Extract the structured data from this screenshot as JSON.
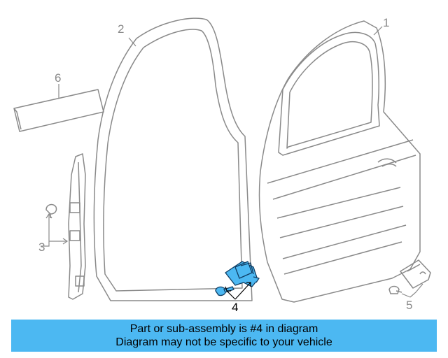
{
  "callouts": [
    {
      "id": "1",
      "highlight": false
    },
    {
      "id": "2",
      "highlight": false
    },
    {
      "id": "3",
      "highlight": false
    },
    {
      "id": "4",
      "highlight": true
    },
    {
      "id": "5",
      "highlight": false
    },
    {
      "id": "6",
      "highlight": false
    }
  ],
  "banner": {
    "line1": "Part or sub-assembly is #4 in diagram",
    "line2": "Diagram may not be specific to your vehicle"
  },
  "colors": {
    "outline": "#8a8a8a",
    "highlight_fill": "#4cb8f2",
    "highlight_stroke": "#0f3d63",
    "banner_background": "#4cb8f2",
    "text": "#000000"
  }
}
